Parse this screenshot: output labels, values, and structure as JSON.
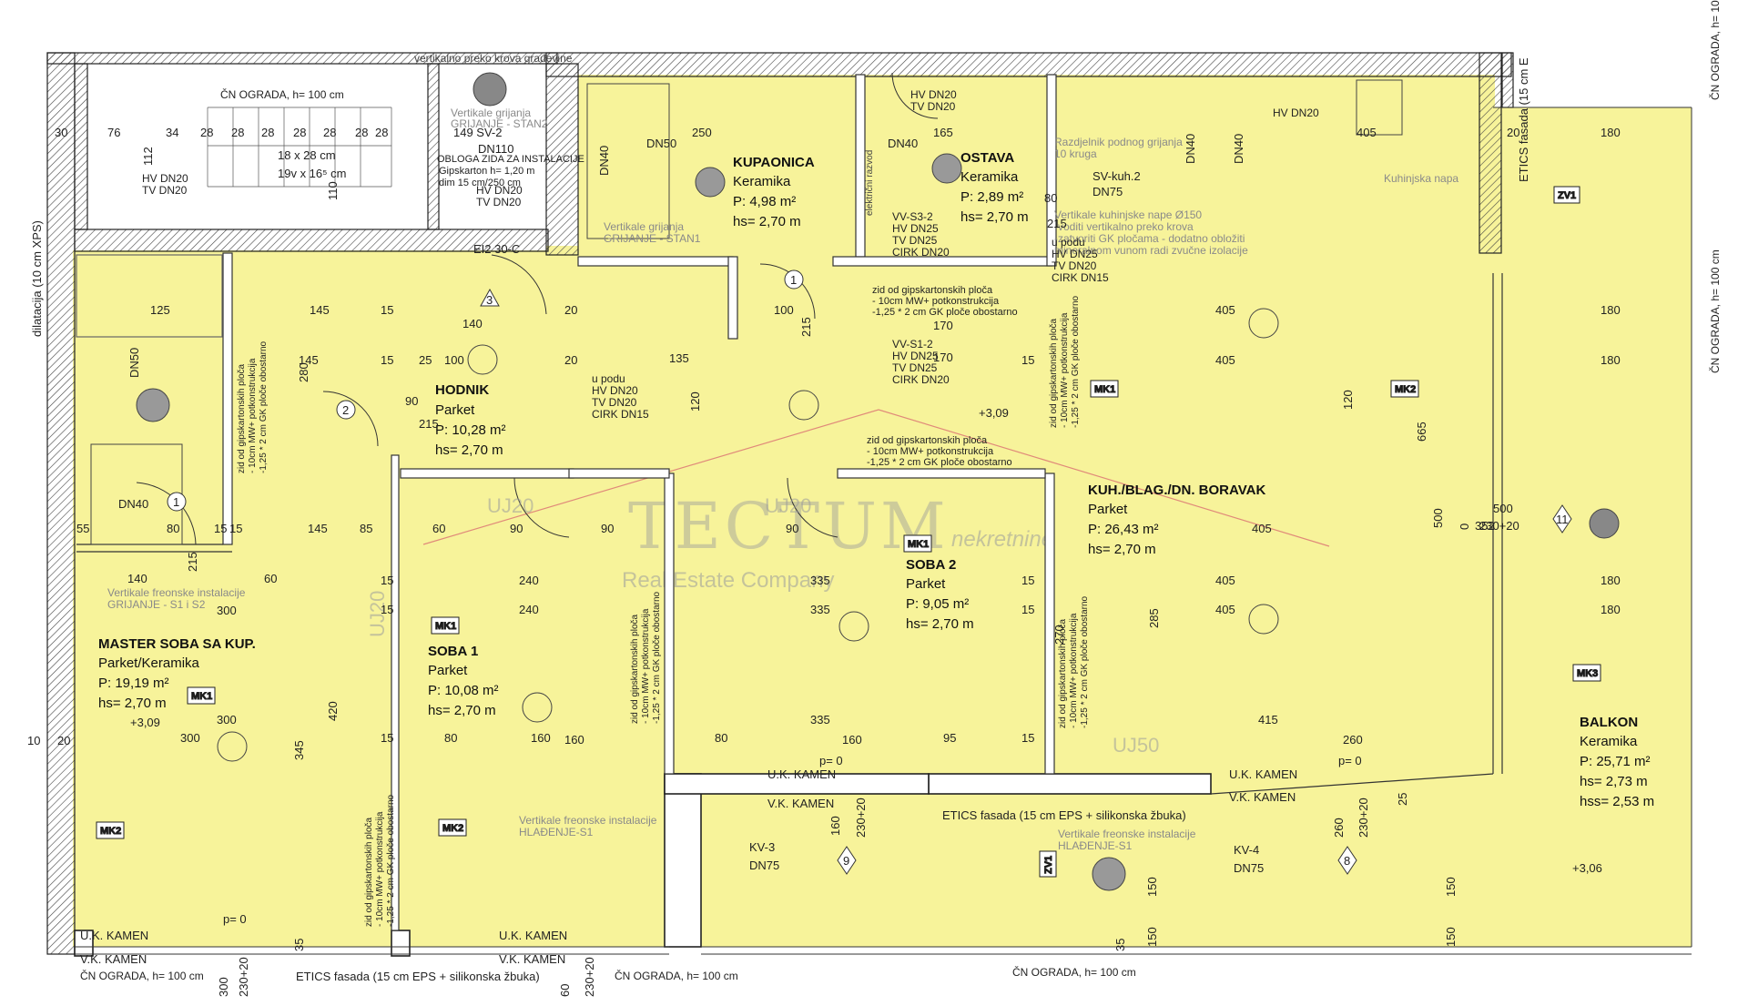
{
  "rooms": {
    "master": {
      "name": "MASTER SOBA SA KUP.",
      "floor": "Parket/Keramika",
      "area": "P: 19,19 m²",
      "height": "hs= 2,70 m"
    },
    "soba1": {
      "name": "SOBA 1",
      "floor": "Parket",
      "area": "P: 10,08 m²",
      "height": "hs= 2,70 m"
    },
    "hodnik": {
      "name": "HODNIK",
      "floor": "Parket",
      "area": "P: 10,28 m²",
      "height": "hs= 2,70 m"
    },
    "kupaonica": {
      "name": "KUPAONICA",
      "floor": "Keramika",
      "area": "P: 4,98 m²",
      "height": "hs= 2,70 m"
    },
    "ostava": {
      "name": "OSTAVA",
      "floor": "Keramika",
      "area": "P: 2,89 m²",
      "height": "hs= 2,70 m"
    },
    "soba2": {
      "name": "SOBA 2",
      "floor": "Parket",
      "area": "P: 9,05 m²",
      "height": "hs= 2,70 m"
    },
    "kuhinja": {
      "name": "KUH./BLAG./DN. BORAVAK",
      "floor": "Parket",
      "area": "P: 26,43 m²",
      "height": "hs= 2,70 m"
    },
    "balkon": {
      "name": "BALKON",
      "floor": "Keramika",
      "area": "P: 25,71 m²",
      "height": "hs= 2,73 m",
      "height2": "hss= 2,53 m"
    }
  },
  "watermark": {
    "brand": "TECTUM",
    "script": "nekretnine",
    "tagline": "Real Estate Company"
  },
  "labels": {
    "uk_kamen": "U.K. KAMEN",
    "vk_kamen": "V.K. KAMEN",
    "cn_ograda": "ČN OGRADA, h= 100 cm",
    "etics": "ETICS fasada (15 cm EPS + silikonska žbuka)",
    "etics_short": "ETICS fasada (15 cm E",
    "dilatacija": "dilatacija (10 cm XPS)",
    "stair_dim1": "18 x 28 cm",
    "stair_dim2": "19v x 16⁵ cm",
    "sv2": "149  SV-2",
    "dn110": "DN110",
    "ei2": "EI2 30-C",
    "obloga1": "OBLOGA ZIDA ZA INSTALACIJE",
    "obloga2": "Gipskarton  h= 1,20 m",
    "obloga3": "dim 15 cm/250 cm",
    "vert_grij": "Vertikale grijanja",
    "grij_stan2": "GRIJANJE - STAN2",
    "grij_stan1": "GRIJANJE - STAN1",
    "vert_freon": "Vertikale freonske instalacije",
    "grij_s1s2": "GRIJANJE - S1 i S2",
    "hlad_s1": "HLAĐENJE-S1",
    "kuh_napa": "Kuhinjska napa",
    "sv_kuh2": "SV-kuh.2",
    "dn75": "DN75",
    "kv3": "KV-3",
    "kv4": "KV-4",
    "elev1": "+3,09",
    "elev2": "+3,06",
    "p0": "p= 0",
    "hv20": "HV DN20",
    "tv20": "TV DN20",
    "hv25": "HV DN25",
    "tv25": "TV DN25",
    "cirk20": "CIRK DN20",
    "cirk15": "CIRK DN15",
    "dn50": "DN50",
    "dn40": "DN40",
    "vvs32": "VV-S3-2",
    "vvs12": "VV-S1-2",
    "upodu": "u podu",
    "zid1": "zid od gipskartonskih ploča",
    "zid2": "- 10cm MW+ potkonstrukcija",
    "zid3": "-1,25 * 2 cm GK ploče obostarno",
    "uj20": "UJ20",
    "uj50": "UJ50",
    "cn_ograda_side": "ČN OGRADA, h= 100 cm",
    "vert_krov": "vertikalno preko krova građevine",
    "napa1": "Vertikale kuhinjske nape Ø150",
    "napa2": "-voditi vertikalno preko krova",
    "napa3": "-zatvoriti GK pločama - dodatno obložiti",
    "napa4": "mineralnom vunom radi zvučne izolacije",
    "podno1": "Razdjelnik podnog grijanja",
    "podno2": "10 kruga",
    "elektr": "električni razvod"
  },
  "tags": {
    "mk1": "MK1",
    "mk2": "MK2",
    "mk3": "MK3",
    "zv1": "ZV1"
  },
  "markers": [
    "1",
    "2",
    "3",
    "8",
    "9",
    "11"
  ],
  "dims": {
    "top_row": [
      "30",
      "76",
      "34",
      "28",
      "28",
      "28",
      "28",
      "28",
      "28"
    ],
    "right_180": "180",
    "d405": "405",
    "d665": "665",
    "d500": "500",
    "d300": "300",
    "d345": "345",
    "d420": "420",
    "d240": "240",
    "d335": "335",
    "d270": "270",
    "d285": "285",
    "d415": "415",
    "d260": "260",
    "d160": "160",
    "d150": "150",
    "d230": "230+20",
    "d145": "145",
    "d125": "125",
    "d140": "140",
    "d100": "100",
    "d90": "90",
    "d80": "80",
    "d60": "60",
    "d15": "15",
    "d20": "20",
    "d25": "25",
    "d35": "35",
    "d55": "55",
    "d85": "85",
    "d95": "95",
    "d120": "120",
    "d135": "135",
    "d165": "165",
    "d170": "170",
    "d215": "215",
    "d250": "250",
    "d280": "280",
    "d112": "112",
    "d110": "110",
    "d52": "352",
    "d10": "10",
    "d0": "0"
  }
}
